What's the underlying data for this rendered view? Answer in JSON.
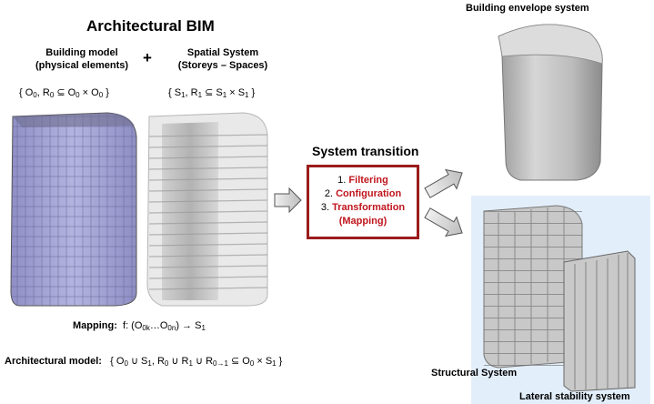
{
  "title": "Architectural BIM",
  "building_model": {
    "title_line1": "Building model",
    "title_line2": "(physical elements)",
    "set_prefix": "{ O",
    "set_sub1": "0",
    "set_mid": ", R",
    "set_sub2": "0",
    "set_rel": " ⊆ O",
    "set_sub3": "0",
    "set_times": " × O",
    "set_sub4": "0",
    "set_end": " }"
  },
  "plus": "+",
  "spatial_system": {
    "title_line1": "Spatial System",
    "title_line2": "(Storeys – Spaces)",
    "set_prefix": "{ S",
    "set_sub1": "1",
    "set_mid": ", R",
    "set_sub2": "1",
    "set_rel": " ⊆ S",
    "set_sub3": "1",
    "set_times": " × S",
    "set_sub4": "1",
    "set_end": " }"
  },
  "mapping": {
    "label": "Mapping:",
    "f_prefix": "f: (O",
    "f_sub1": "0k",
    "f_mid": "…O",
    "f_sub2": "0n",
    "f_arrow": ") → S",
    "f_sub3": "1"
  },
  "arch_model": {
    "label": "Architectural model:",
    "p1": "{ O",
    "s1": "0",
    "p2": " ∪ S",
    "s2": "1",
    "p3": ", R",
    "s3": "0",
    "p4": " ∪ R",
    "s4": "1",
    "p5": " ∪ R",
    "s5": "0→1",
    "p6": " ⊆ O",
    "s6": "0",
    "p7": " × S",
    "s7": "1",
    "p8": " }"
  },
  "system_transition": {
    "title": "System transition",
    "steps": [
      {
        "num": "1.",
        "label": "Filtering"
      },
      {
        "num": "2.",
        "label": "Configuration"
      },
      {
        "num": "3.",
        "label": "Transformation"
      },
      {
        "num": "",
        "label": "(Mapping)"
      }
    ]
  },
  "outputs": {
    "envelope": "Building envelope system",
    "structural": "Structural System",
    "lateral": "Lateral stability system"
  },
  "colors": {
    "box_border": "#9b1c1c",
    "step_text": "#c0161d",
    "building_facade": "#a9a9d8",
    "right_panel_bg": "#e2eefa"
  }
}
